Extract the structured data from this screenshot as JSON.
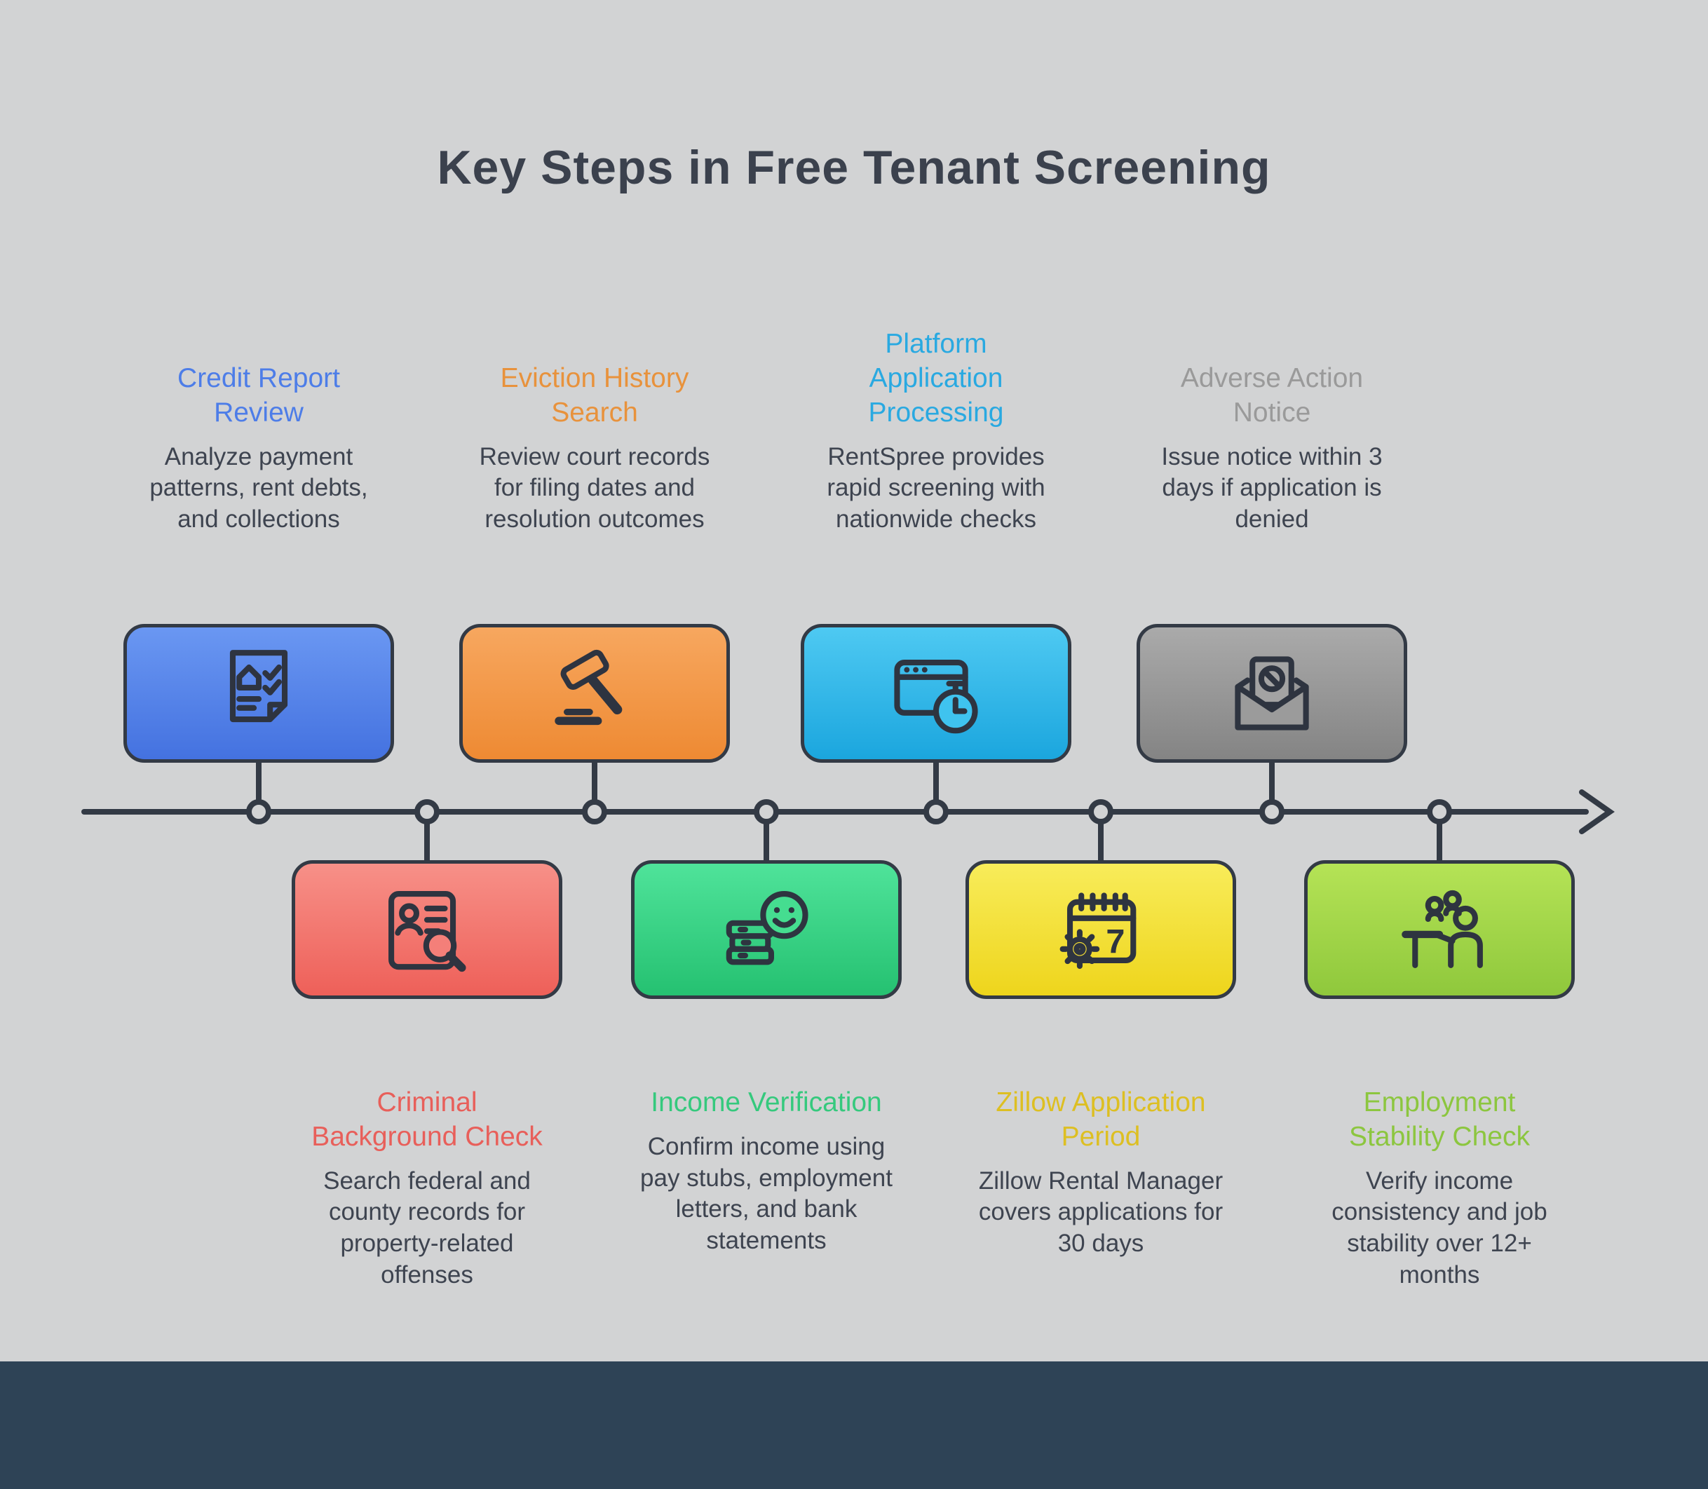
{
  "title": "Key Steps in Free Tenant Screening",
  "theme": {
    "background": "#d2d3d4",
    "footer": "#2e4356",
    "text": "#3e4450",
    "line": "#333a45"
  },
  "steps": [
    {
      "label": "Credit Report Review",
      "description": "Analyze payment patterns, rent debts, and collections",
      "color": "#4d7de8",
      "gradient": [
        "#6a97f2",
        "#4472e0"
      ],
      "icon": "house-document-check-icon",
      "position": "top"
    },
    {
      "label": "Eviction History Search",
      "description": "Review court records for filing dates and resolution outcomes",
      "color": "#e8923c",
      "gradient": [
        "#f7a75f",
        "#ee8a33"
      ],
      "icon": "gavel-icon",
      "position": "top"
    },
    {
      "label": "Platform Application Processing",
      "description": "RentSpree provides rapid screening with nationwide checks",
      "color": "#29a9e1",
      "gradient": [
        "#4ec9f2",
        "#1ba6de"
      ],
      "icon": "browser-stopwatch-icon",
      "position": "top"
    },
    {
      "label": "Adverse Action Notice",
      "description": "Issue notice within 3 days if application is denied",
      "color": "#9a9a9a",
      "gradient": [
        "#aaaaaa",
        "#848484"
      ],
      "icon": "envelope-denied-icon",
      "position": "top"
    },
    {
      "label": "Criminal Background Check",
      "description": "Search federal and county records for property-related offenses",
      "color": "#e85f5a",
      "gradient": [
        "#f79088",
        "#ee6059"
      ],
      "icon": "id-card-search-icon",
      "position": "bottom"
    },
    {
      "label": "Income Verification",
      "description": "Confirm income using pay stubs, employment letters, and bank statements",
      "color": "#35c97d",
      "gradient": [
        "#4fe39a",
        "#25c171"
      ],
      "icon": "money-smiley-icon",
      "position": "bottom"
    },
    {
      "label": "Zillow Application Period",
      "description": "Zillow Rental Manager covers applications for 30 days",
      "color": "#ddbf22",
      "gradient": [
        "#f8ec5a",
        "#eed51c"
      ],
      "badge": "7",
      "icon": "calendar-gear-icon",
      "position": "bottom"
    },
    {
      "label": "Employment Stability Check",
      "description": "Verify income consistency and job stability over 12+ months",
      "color": "#8cc63f",
      "gradient": [
        "#b5e356",
        "#8fc83c"
      ],
      "icon": "employment-person-icon",
      "position": "bottom"
    }
  ]
}
